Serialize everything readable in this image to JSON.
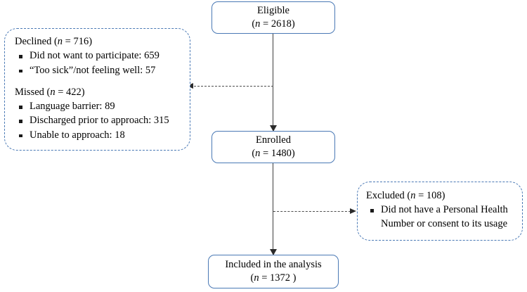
{
  "diagram": {
    "type": "participant-flow-chart",
    "nodes": {
      "eligible": {
        "label": "Eligible",
        "count_line": "(n = 2618)",
        "n_symbol": "n",
        "n_value": "2618"
      },
      "enrolled": {
        "label": "Enrolled",
        "count_line": "(n = 1480)",
        "n_symbol": "n",
        "n_value": "1480"
      },
      "included": {
        "label": "Included in the analysis",
        "count_line": "(n = 1372 )",
        "n_symbol": "n",
        "n_value": "1372"
      }
    },
    "exclusions_left": {
      "groups": [
        {
          "heading_prefix": "Declined (",
          "heading_symbol": "n",
          "heading_value": " = 716)",
          "heading_full": "Declined (n = 716)",
          "items": [
            "Did not want to participate: 659",
            "“Too sick”/not feeling well: 57"
          ]
        },
        {
          "heading_prefix": "Missed (",
          "heading_symbol": "n",
          "heading_value": " = 422)",
          "heading_full": "Missed (n = 422)",
          "items": [
            "Language barrier: 89",
            "Discharged prior to approach: 315",
            "Unable to approach: 18"
          ]
        }
      ]
    },
    "exclusions_right": {
      "heading_prefix": "Excluded (",
      "heading_symbol": "n",
      "heading_value": " = 108)",
      "heading_full": "Excluded (n = 108)",
      "items_lines": [
        "Did not have a Personal Health",
        "Number or consent to its usage"
      ]
    },
    "colors": {
      "box_border": "#4a79b5",
      "dashed_border": "#4a79b5",
      "arrow": "#2b2b2b",
      "text": "#000000",
      "background": "#ffffff"
    }
  }
}
